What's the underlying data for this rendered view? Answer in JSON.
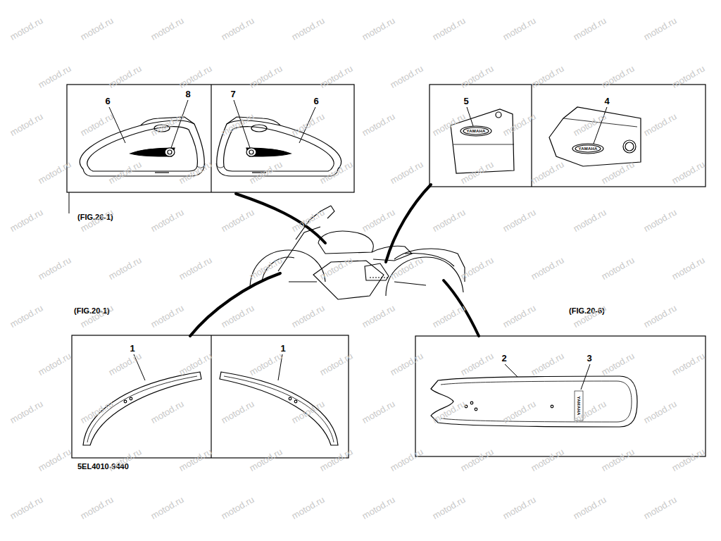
{
  "diagram": {
    "labels": [
      "6",
      "8",
      "7",
      "6",
      "5",
      "4",
      "(FIG.26-1)",
      "(FIG.20-1)",
      "(FIG.20-6)",
      "1",
      "1",
      "2",
      "3",
      "5EL4010-9440",
      "YAMAHA",
      "YAMAHA",
      "YAMAHA",
      "motod.ru",
      "motod.ru",
      "motod.ru",
      "motod.ru",
      "motod.ru",
      "motod.ru",
      "motod.ru",
      "motod.ru",
      "motod.ru",
      "motod.ru",
      "motod.ru",
      "motod.ru",
      "motod.ru",
      "motod.ru",
      "motod.ru",
      "motod.ru",
      "motod.ru",
      "motod.ru",
      "motod.ru",
      "motod.ru",
      "motod.ru",
      "motod.ru",
      "motod.ru",
      "motod.ru",
      "motod.ru",
      "motod.ru",
      "motod.ru",
      "motod.ru",
      "motod.ru",
      "motod.ru",
      "motod.ru",
      "motod.ru",
      "motod.ru",
      "motod.ru",
      "motod.ru",
      "motod.ru",
      "motod.ru",
      "motod.ru",
      "motod.ru",
      "motod.ru",
      "motod.ru",
      "motod.ru",
      "motod.ru",
      "motod.ru",
      "motod.ru",
      "motod.ru",
      "motod.ru",
      "motod.ru",
      "motod.ru",
      "motod.ru",
      "motod.ru",
      "motod.ru",
      "motod.ru",
      "motod.ru",
      "motod.ru",
      "motod.ru",
      "motod.ru",
      "motod.ru",
      "motod.ru",
      "motod.ru",
      "motod.ru",
      "motod.ru",
      "motod.ru",
      "motod.ru",
      "motod.ru",
      "motod.ru",
      "motod.ru",
      "motod.ru",
      "motod.ru",
      "motod.ru",
      "motod.ru",
      "motod.ru",
      "motod.ru",
      "motod.ru",
      "motod.ru",
      "motod.ru",
      "motod.ru",
      "motod.ru",
      "motod.ru",
      "motod.ru",
      "motod.ru",
      "motod.ru",
      "motod.ru",
      "motod.ru",
      "motod.ru",
      "motod.ru",
      "motod.ru",
      "motod.ru",
      "motod.ru",
      "motod.ru",
      "motod.ru",
      "motod.ru",
      "motod.ru",
      "motod.ru",
      "motod.ru",
      "motod.ru",
      "motod.ru",
      "motod.ru",
      "motod.ru",
      "motod.ru",
      "motod.ru",
      "motod.ru",
      "motod.ru",
      "motod.ru",
      "motod.ru",
      "motod.ru",
      "motod.ru",
      "motod.ru",
      "motod.ru",
      "motod.ru"
    ]
  }
}
